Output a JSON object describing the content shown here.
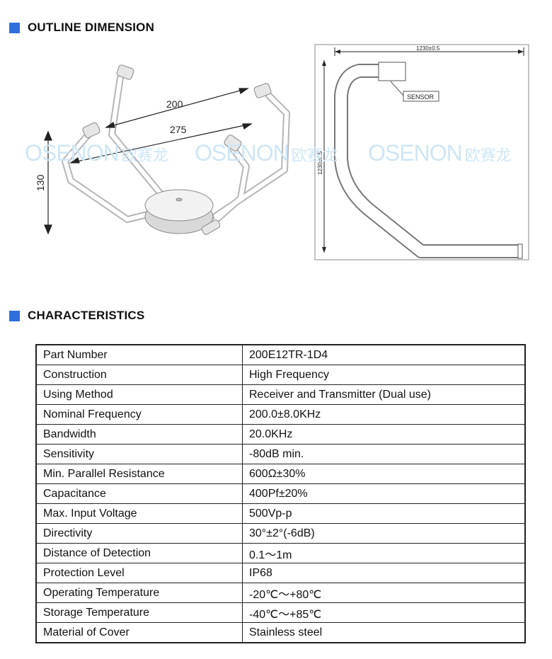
{
  "sections": {
    "outline_title": "OUTLINE DIMENSION",
    "characteristics_title": "CHARACTERISTICS"
  },
  "watermark": {
    "brand": "OSENON",
    "cn": "欧赛龙"
  },
  "drawing_left": {
    "dim_200": "200",
    "dim_275": "275",
    "dim_130": "130"
  },
  "drawing_right": {
    "dim_top": "1230±0.5",
    "dim_side": "1230±0.5",
    "sensor_label": "SENSOR"
  },
  "table": {
    "rows": [
      {
        "key": "Part Number",
        "value": "200E12TR-1D4"
      },
      {
        "key": "Construction",
        "value": "High Frequency"
      },
      {
        "key": "Using Method",
        "value": "Receiver and Transmitter (Dual use)"
      },
      {
        "key": "Nominal Frequency",
        "value": "200.0±8.0KHz"
      },
      {
        "key": "Bandwidth",
        "value": "20.0KHz"
      },
      {
        "key": "Sensitivity",
        "value": "-80dB min."
      },
      {
        "key": "Min. Parallel Resistance",
        "value": "600Ω±30%"
      },
      {
        "key": "Capacitance",
        "value": "400Pf±20%"
      },
      {
        "key": "Max. Input Voltage",
        "value": "500Vp-p"
      },
      {
        "key": "Directivity",
        "value": "30°±2°(-6dB)"
      },
      {
        "key": "Distance of Detection",
        "value": "0.1～1m"
      },
      {
        "key": "Protection Level",
        "value": "IP68"
      },
      {
        "key": "Operating Temperature",
        "value": "-20℃～+80℃"
      },
      {
        "key": "Storage Temperature",
        "value": "-40℃～+85℃"
      },
      {
        "key": "Material of Cover",
        "value": "Stainless steel"
      }
    ]
  },
  "colors": {
    "accent": "#2f6fdd",
    "watermark": "#cfe6f5"
  }
}
